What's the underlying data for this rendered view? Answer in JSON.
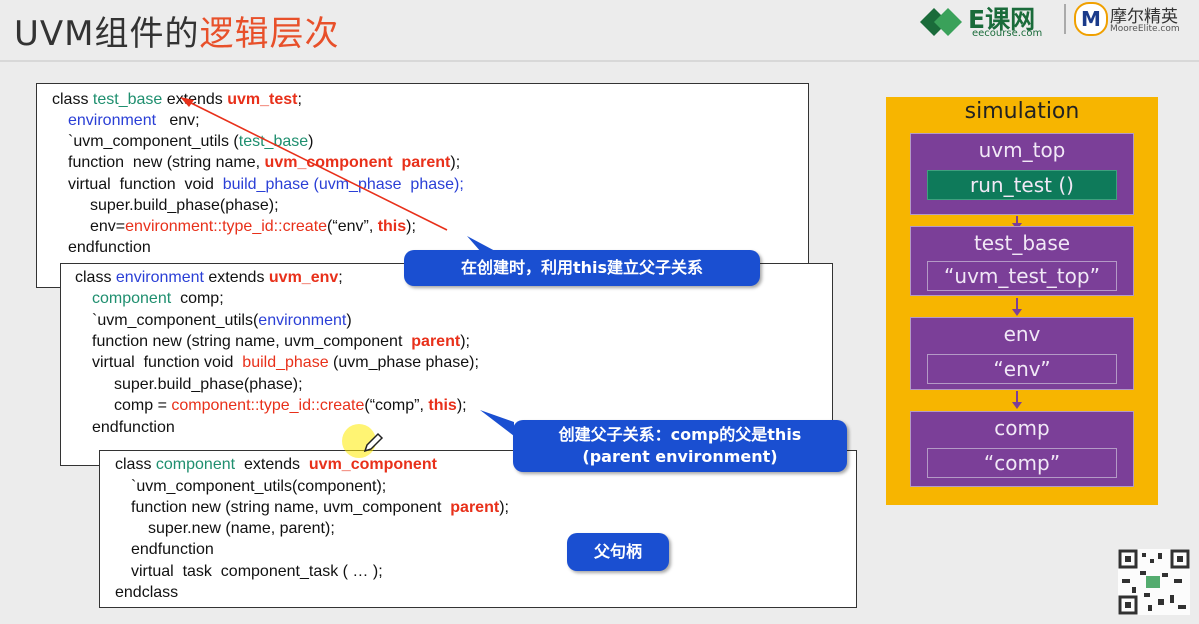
{
  "title": {
    "prefix": "UVM组件的",
    "highlight": "逻辑层次"
  },
  "logos": {
    "ecourse_name": "E课网",
    "ecourse_url": "eecourse.com",
    "moore_name": "摩尔精英",
    "moore_url": "MooreElite.com"
  },
  "box1": [
    [
      "class ",
      "test_base",
      " extends ",
      "uvm_test",
      ";"
    ],
    [
      "environment",
      "   env;"
    ],
    [
      "`uvm_component_utils (",
      "test_base",
      ")"
    ],
    [
      "function  new (string name, ",
      "uvm_component  parent",
      ");"
    ],
    [
      "virtual  function  void  ",
      "build_phase (uvm_phase  phase);"
    ],
    [
      "super.build_phase(phase);"
    ],
    [
      "env=",
      "environment::type_id::create",
      "(“env”, ",
      "this",
      ");"
    ],
    [
      "endfunction"
    ]
  ],
  "box2": [
    [
      "class ",
      "environment",
      " extends ",
      "uvm_env",
      ";"
    ],
    [
      "component",
      "  comp;"
    ],
    [
      "`uvm_component_utils(",
      "environment",
      ")"
    ],
    [
      "function new (string name, uvm_component  ",
      "parent",
      ");"
    ],
    [
      "virtual  function void  ",
      "build_phase",
      " (uvm_phase phase);"
    ],
    [
      "super.build_phase(phase);"
    ],
    [
      "comp = ",
      "component::type_id::create",
      "(“comp”, ",
      "this",
      ");"
    ],
    [
      "endfunction"
    ]
  ],
  "box3": [
    [
      "class ",
      "component",
      "  extends  ",
      "uvm_component"
    ],
    [
      "`uvm_component_utils(component);"
    ],
    [
      "function new (string name, uvm_component  ",
      "parent",
      ");"
    ],
    [
      "super.new (name, parent);"
    ],
    [
      "endfunction"
    ],
    [
      "virtual  task  component_task ( … );"
    ],
    [
      "endclass"
    ]
  ],
  "callouts": {
    "c1": "在创建时，利用this建立父子关系",
    "c2_line1": "创建父子关系：comp的父是this",
    "c2_line2": "(parent environment)",
    "c3": "父句柄"
  },
  "simulation": {
    "title": "simulation",
    "blocks": [
      {
        "label": "uvm_top",
        "inner": "run_test ()"
      },
      {
        "label": "test_base",
        "inner": "“uvm_test_top”"
      },
      {
        "label": "env",
        "inner": "“env”"
      },
      {
        "label": "comp",
        "inner": "“comp”"
      }
    ]
  },
  "colors": {
    "accent_red": "#e8301a",
    "keyword_blue": "#2a3fd6",
    "class_green": "#1f8f6f",
    "callout_blue": "#1a4fd1",
    "sim_orange": "#f7b500",
    "sim_purple": "#7b3f98",
    "run_test_green": "#0e7a5a"
  }
}
